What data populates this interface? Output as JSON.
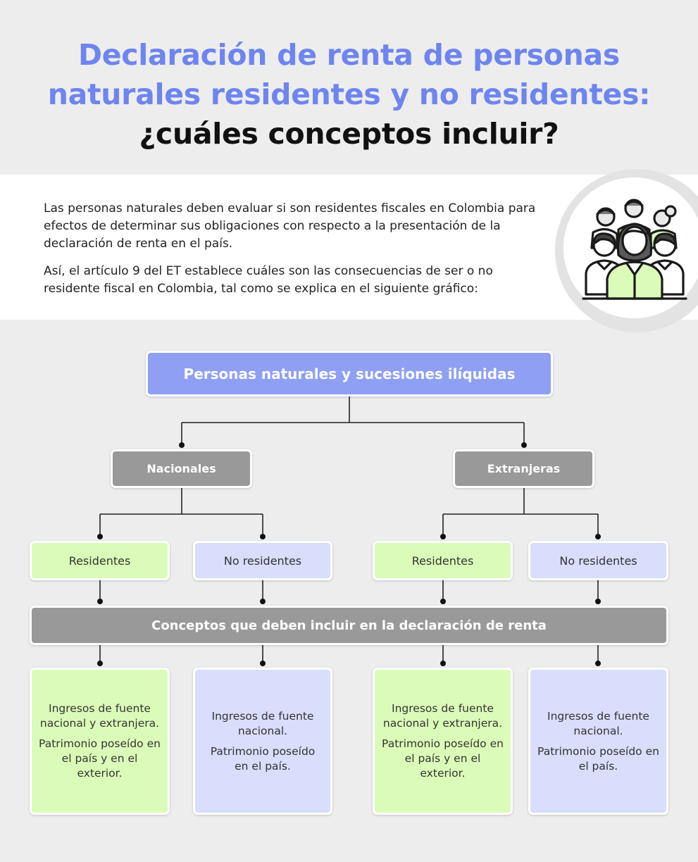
{
  "title": {
    "line1": "Declaración de renta de personas",
    "line2": "naturales residentes y no residentes:",
    "line3": "¿cuáles conceptos incluir?"
  },
  "intro": {
    "paragraph1": "Las personas naturales deben evaluar si son residentes fiscales en Colombia para efectos de determinar sus obligaciones con respecto a la presentación de la declaración de renta en el país.",
    "paragraph2": "Así, el artículo 9 del ET establece cuáles son las consecuencias de ser o no residente fiscal en Colombia, tal como se explica en el siguiente gráfico:"
  },
  "illustration": {
    "icon": "group-of-people-icon"
  },
  "diagram": {
    "root": "Personas naturales y sucesiones ilíquidas",
    "branches": [
      "Nacionales",
      "Extranjeras"
    ],
    "categories": [
      "Residentes",
      "No residentes",
      "Residentes",
      "No residentes"
    ],
    "concepts_header": "Conceptos que deben incluir en la declaración de renta",
    "details": [
      {
        "line1": "Ingresos de fuente nacional y extranjera.",
        "line2": "Patrimonio poseído en el país y en el exterior."
      },
      {
        "line1": "Ingresos de fuente nacional.",
        "line2": "Patrimonio poseído en el país."
      },
      {
        "line1": "Ingresos de fuente nacional y extranjera.",
        "line2": "Patrimonio poseído en el país y en el exterior."
      },
      {
        "line1": "Ingresos de fuente nacional.",
        "line2": "Patrimonio poseído en el país."
      }
    ]
  },
  "colors": {
    "title_blue": "#6e85ef",
    "root_box": "#8f9ff4",
    "gray_box": "#999999",
    "resident_green": "#dbfcb8",
    "nonresident_lavender": "#d8defb",
    "background": "#ededed"
  }
}
